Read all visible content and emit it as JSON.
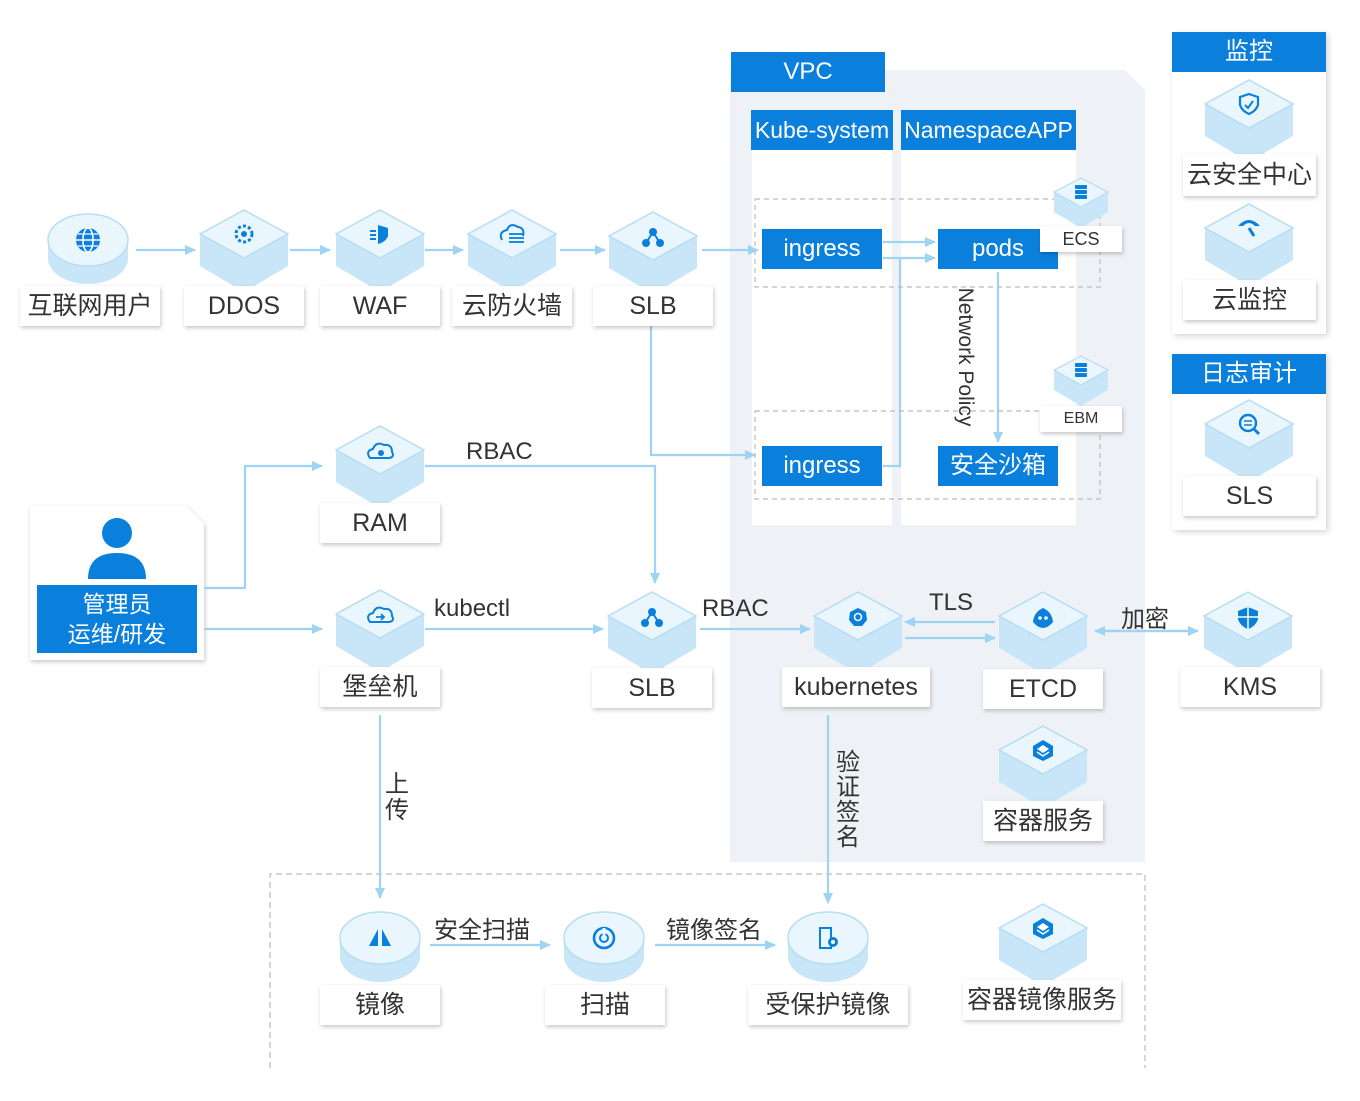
{
  "top_row": {
    "internet_user": "互联网用户",
    "ddos": "DDOS",
    "waf": "WAF",
    "cloud_firewall": "云防火墙",
    "slb": "SLB"
  },
  "vpc": {
    "title": "VPC",
    "kube_system": "Kube-system",
    "namespace_app": "NamespaceAPP",
    "ingress_top": "ingress",
    "ingress_bottom": "ingress",
    "pods": "pods",
    "sandbox": "安全沙箱",
    "ecs": "ECS",
    "ebm": "EBM",
    "network_policy": "Network Policy"
  },
  "admin": {
    "line1": "管理员",
    "line2": "运维/研发"
  },
  "middle": {
    "ram": "RAM",
    "rbac_top": "RBAC",
    "bastion": "堡垒机",
    "kubectl": "kubectl",
    "slb": "SLB",
    "rbac_mid": "RBAC",
    "kubernetes": "kubernetes",
    "tls": "TLS",
    "etcd": "ETCD",
    "encrypt": "加密",
    "kms": "KMS",
    "container_service": "容器服务",
    "upload": "上传",
    "verify_sign": "验证签名"
  },
  "bottom": {
    "image": "镜像",
    "security_scan": "安全扫描",
    "scan": "扫描",
    "image_sign": "镜像签名",
    "protected_image": "受保护镜像",
    "registry_service": "容器镜像服务"
  },
  "right": {
    "monitoring": "监控",
    "security_center": "云安全中心",
    "cloud_monitor": "云监控",
    "log_audit": "日志审计",
    "sls": "SLS"
  },
  "colors": {
    "accent": "#0a7fdc",
    "connector": "#9fd3f3",
    "vpc_background": "#eef2f6",
    "icon_face": "#e6f4fc"
  }
}
